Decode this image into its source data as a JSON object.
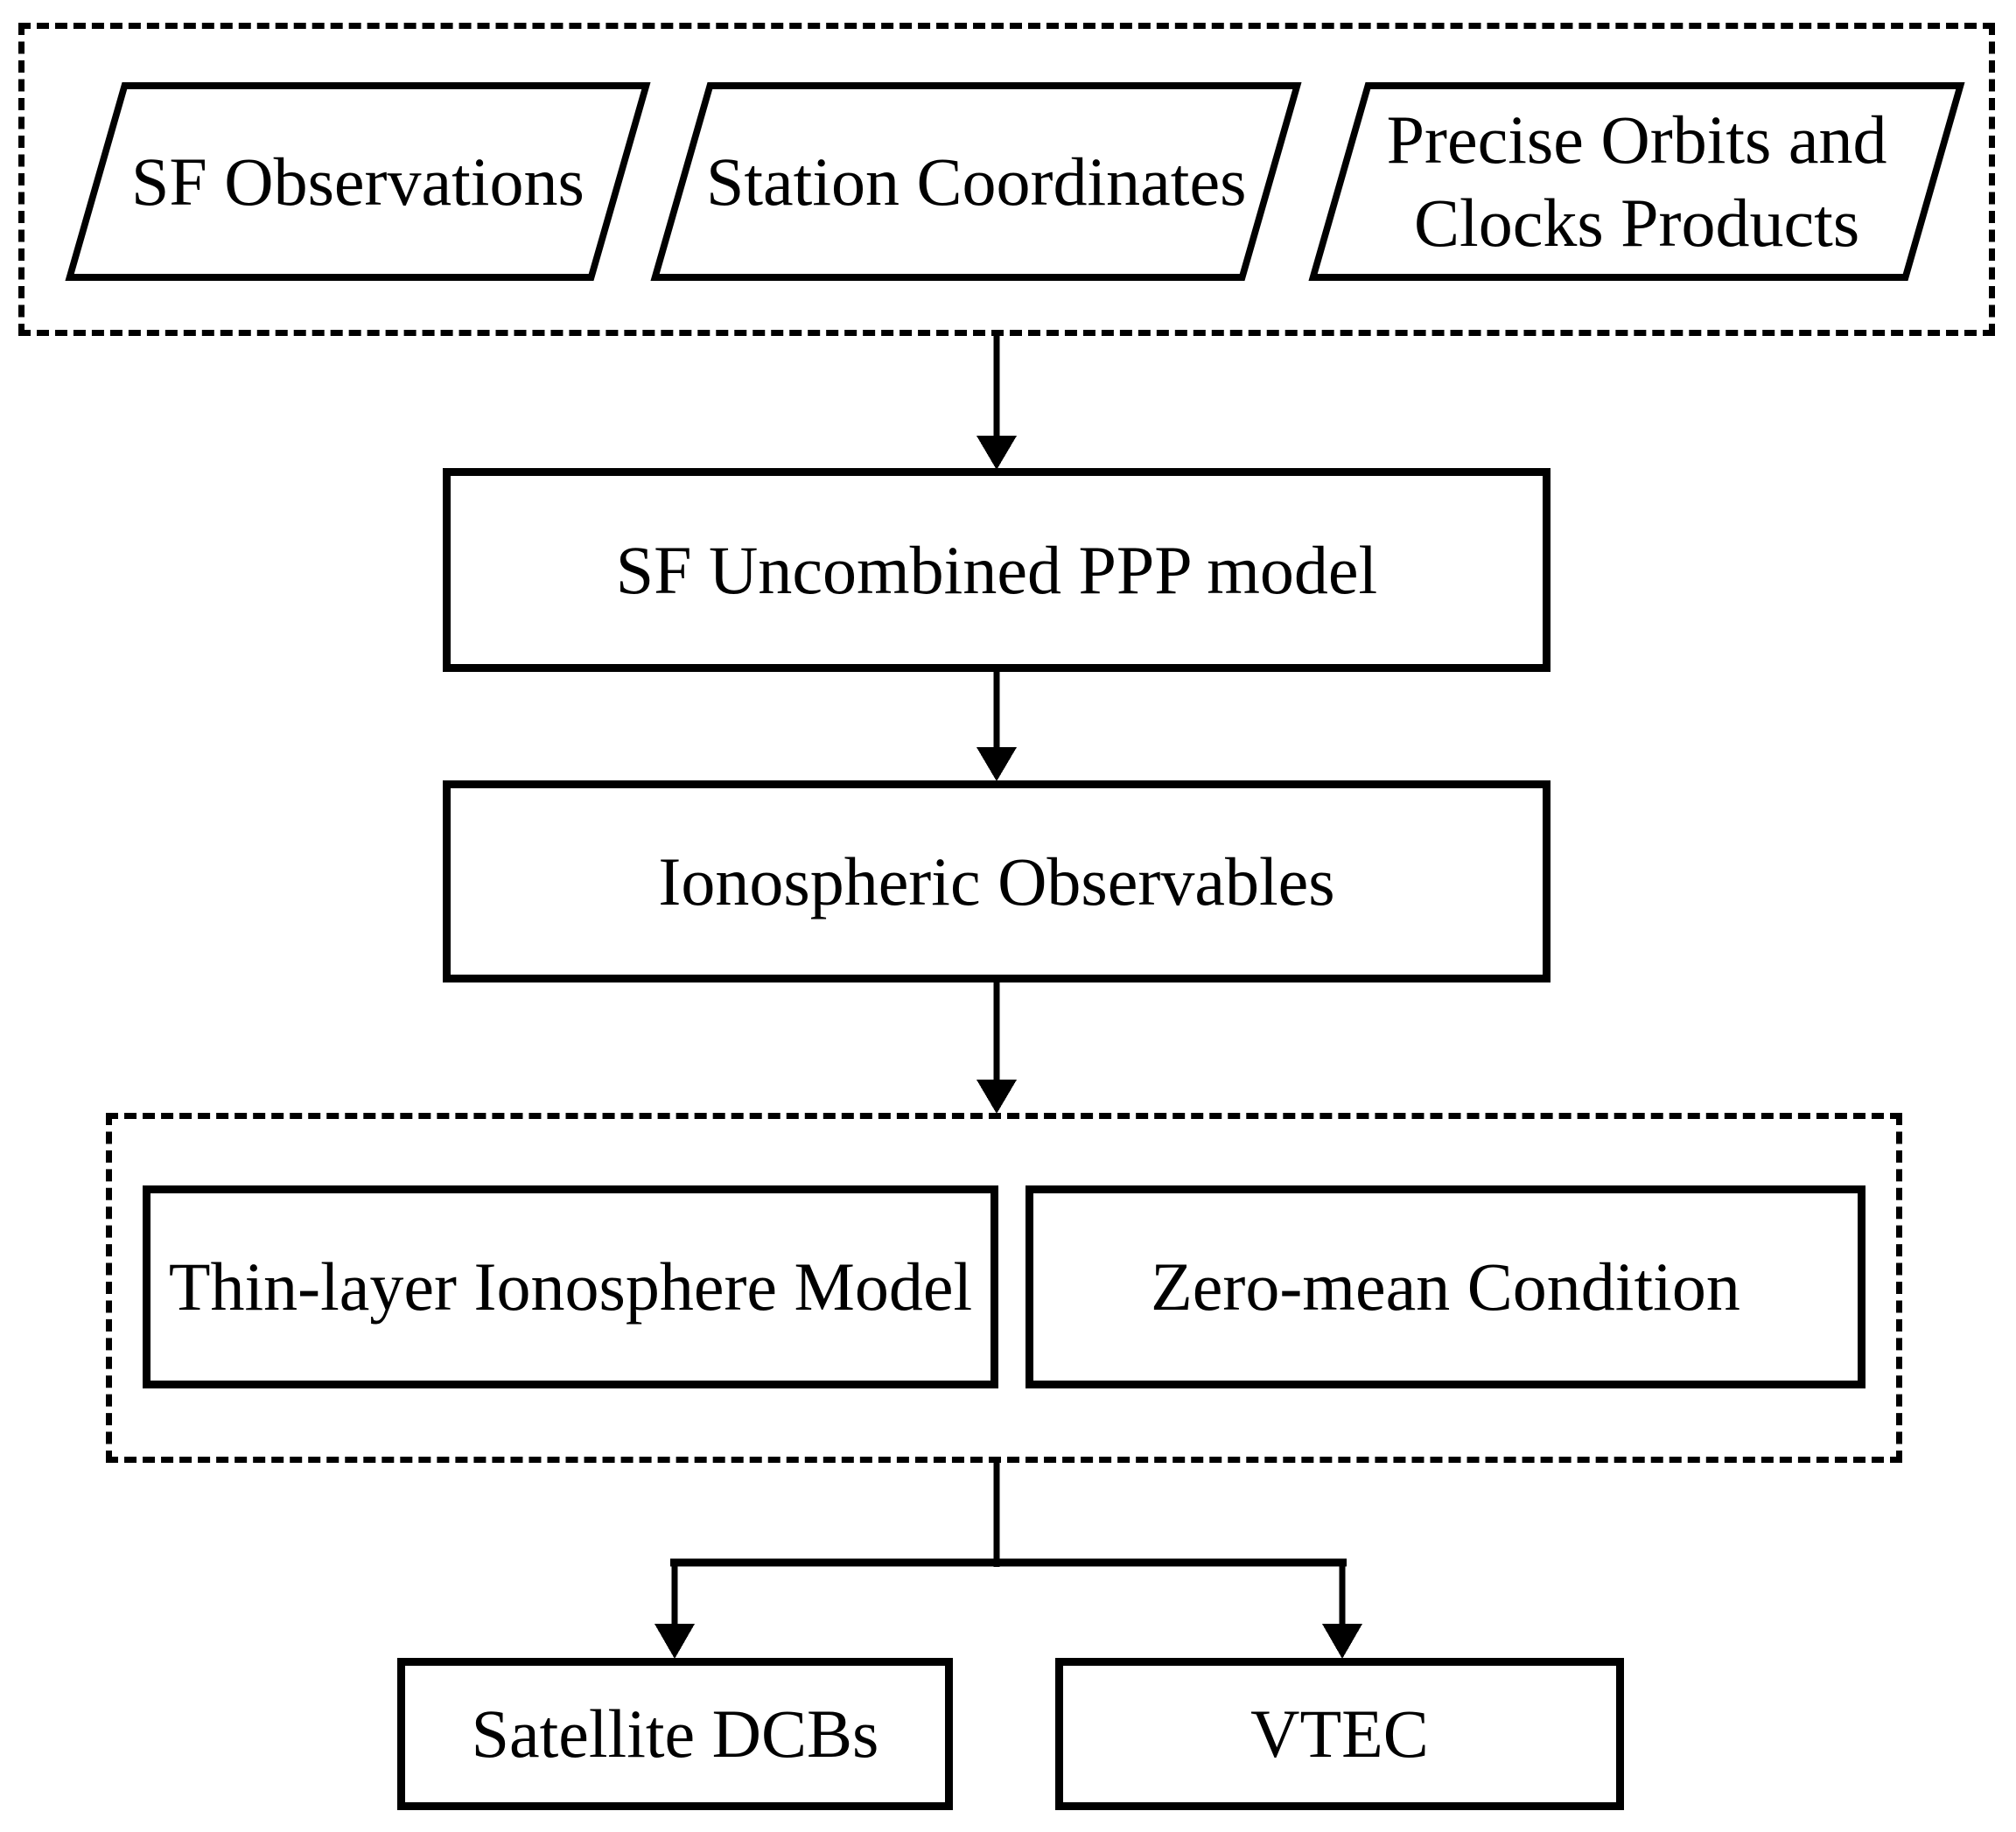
{
  "figure": {
    "background_color": "#ffffff",
    "stroke_color": "#000000",
    "inputs": {
      "items": [
        {
          "id": "sf_observations",
          "label": "SF Observations"
        },
        {
          "id": "station_coordinates",
          "label": "Station Coordinates"
        },
        {
          "id": "precise_products",
          "label": "Precise Orbits and Clocks Products"
        }
      ]
    },
    "process": {
      "ppp_model": {
        "label": "SF Uncombined PPP model"
      },
      "iono_observables": {
        "label": "Ionospheric Observables"
      }
    },
    "constraints": {
      "thin_layer": {
        "label": "Thin-layer Ionosphere Model"
      },
      "zero_mean": {
        "label": "Zero-mean Condition"
      }
    },
    "outputs": {
      "satellite_dcbs": {
        "label": "Satellite DCBs"
      },
      "vtec": {
        "label": "VTEC"
      }
    },
    "connections": [
      {
        "from": "inputs-group",
        "to": "SF Uncombined PPP model"
      },
      {
        "from": "SF Uncombined PPP model",
        "to": "Ionospheric Observables"
      },
      {
        "from": "Ionospheric Observables",
        "to": "constraints-group"
      },
      {
        "from": "constraints-group",
        "to": "Satellite DCBs"
      },
      {
        "from": "constraints-group",
        "to": "VTEC"
      }
    ]
  }
}
